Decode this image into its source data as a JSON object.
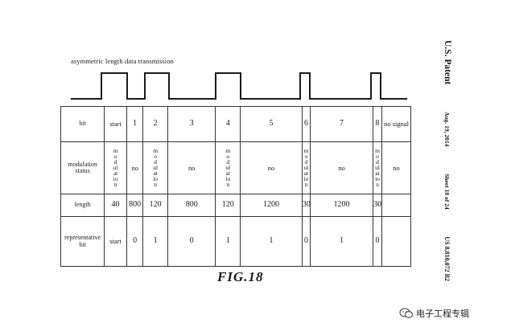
{
  "figure": {
    "waveform_caption": "asymmetric length data transmission",
    "label": "FIG.18"
  },
  "header": {
    "patent": "U.S. Patent",
    "date": "Aug. 19, 2014",
    "sheet": "Sheet 18 of 24",
    "number": "US 8,810,072 B2"
  },
  "table": {
    "row_headers": [
      "bit",
      "modulation status",
      "length",
      "representative bit"
    ],
    "columns": [
      {
        "bit": "start",
        "modulation": "modulation",
        "length": "40",
        "rep": "start"
      },
      {
        "bit": "1",
        "modulation": "no",
        "length": "800",
        "rep": "0"
      },
      {
        "bit": "2",
        "modulation": "modulation",
        "length": "120",
        "rep": "1"
      },
      {
        "bit": "3",
        "modulation": "no",
        "length": "800",
        "rep": "0"
      },
      {
        "bit": "4",
        "modulation": "modulation",
        "length": "120",
        "rep": "1"
      },
      {
        "bit": "5",
        "modulation": "no",
        "length": "1200",
        "rep": "1"
      },
      {
        "bit": "6",
        "modulation": "modulation",
        "length": "30",
        "rep": "0"
      },
      {
        "bit": "7",
        "modulation": "no",
        "length": "1200",
        "rep": "1"
      },
      {
        "bit": "8",
        "modulation": "modulation",
        "length": "30",
        "rep": "0"
      },
      {
        "bit": "no signal",
        "modulation": "no",
        "length": "",
        "rep": ""
      }
    ]
  },
  "watermark": {
    "text": "电子工程专辑",
    "icon": "wechat-icon"
  }
}
